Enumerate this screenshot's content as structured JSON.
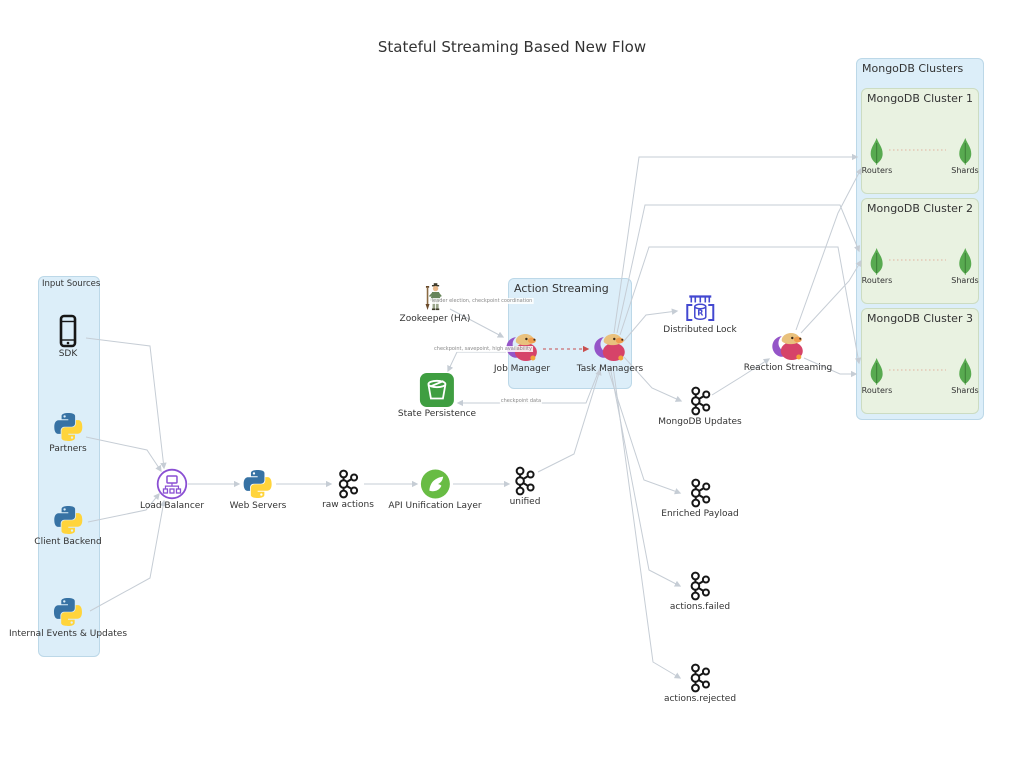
{
  "title": "Stateful Streaming Based New Flow",
  "groups": {
    "input_sources": {
      "label": "Input Sources"
    },
    "action_streaming": {
      "label": "Action Streaming"
    },
    "mongodb_clusters": {
      "label": "MongoDB Clusters"
    }
  },
  "clusters": [
    {
      "label": "MongoDB Cluster 1",
      "routers_label": "Routers",
      "shards_label": "Shards"
    },
    {
      "label": "MongoDB Cluster 2",
      "routers_label": "Routers",
      "shards_label": "Shards"
    },
    {
      "label": "MongoDB Cluster 3",
      "routers_label": "Routers",
      "shards_label": "Shards"
    }
  ],
  "nodes": {
    "sdk": {
      "label": "SDK",
      "icon": "smartphone-icon"
    },
    "partners": {
      "label": "Partners",
      "icon": "python-icon"
    },
    "client_backend": {
      "label": "Client Backend",
      "icon": "python-icon"
    },
    "internal_events": {
      "label": "Internal Events & Updates",
      "icon": "python-icon"
    },
    "load_balancer": {
      "label": "Load Balancer",
      "icon": "load-balancer-icon"
    },
    "web_servers": {
      "label": "Web Servers",
      "icon": "python-icon"
    },
    "raw_actions": {
      "label": "raw actions",
      "icon": "kafka-icon"
    },
    "api_unification": {
      "label": "API Unification Layer",
      "icon": "spring-icon"
    },
    "unified": {
      "label": "unified",
      "icon": "kafka-icon"
    },
    "zookeeper": {
      "label": "Zookeeper (HA)",
      "icon": "zookeeper-icon"
    },
    "job_manager": {
      "label": "Job Manager",
      "icon": "flink-icon"
    },
    "task_managers": {
      "label": "Task Managers",
      "icon": "flink-icon"
    },
    "state_persistence": {
      "label": "State Persistence",
      "icon": "bucket-icon"
    },
    "distributed_lock": {
      "label": "Distributed Lock",
      "icon": "redis-lock-icon"
    },
    "mongodb_updates": {
      "label": "MongoDB Updates",
      "icon": "kafka-icon"
    },
    "reaction_streaming": {
      "label": "Reaction Streaming",
      "icon": "flink-icon"
    },
    "enriched_payload": {
      "label": "Enriched Payload",
      "icon": "kafka-icon"
    },
    "actions_failed": {
      "label": "actions.failed",
      "icon": "kafka-icon"
    },
    "actions_rejected": {
      "label": "actions.rejected",
      "icon": "kafka-icon"
    }
  },
  "edge_labels": {
    "zookeeper_to_job_manager": "leader election, checkpoint coordination",
    "job_manager_to_state_persistence": "checkpoint, savepoint, high availability",
    "task_managers_to_state_persistence": "checkpoint data"
  },
  "colors": {
    "container_blue": "#dceef9",
    "container_green": "#e9f2e1",
    "edge_gray": "#c6cdd5",
    "edge_red": "#c94f4f",
    "edge_dot": "#e3c0ad",
    "python_blue": "#3772a4",
    "python_yellow": "#ffd43b",
    "spring_green": "#68bc44",
    "mongodb_green": "#58aa50",
    "flink_pink": "#d64369",
    "flink_purple": "#9555c8",
    "load_balancer_purple": "#8a4fd3",
    "lock_blue": "#4348d0",
    "bucket_green": "#3f9e41"
  }
}
